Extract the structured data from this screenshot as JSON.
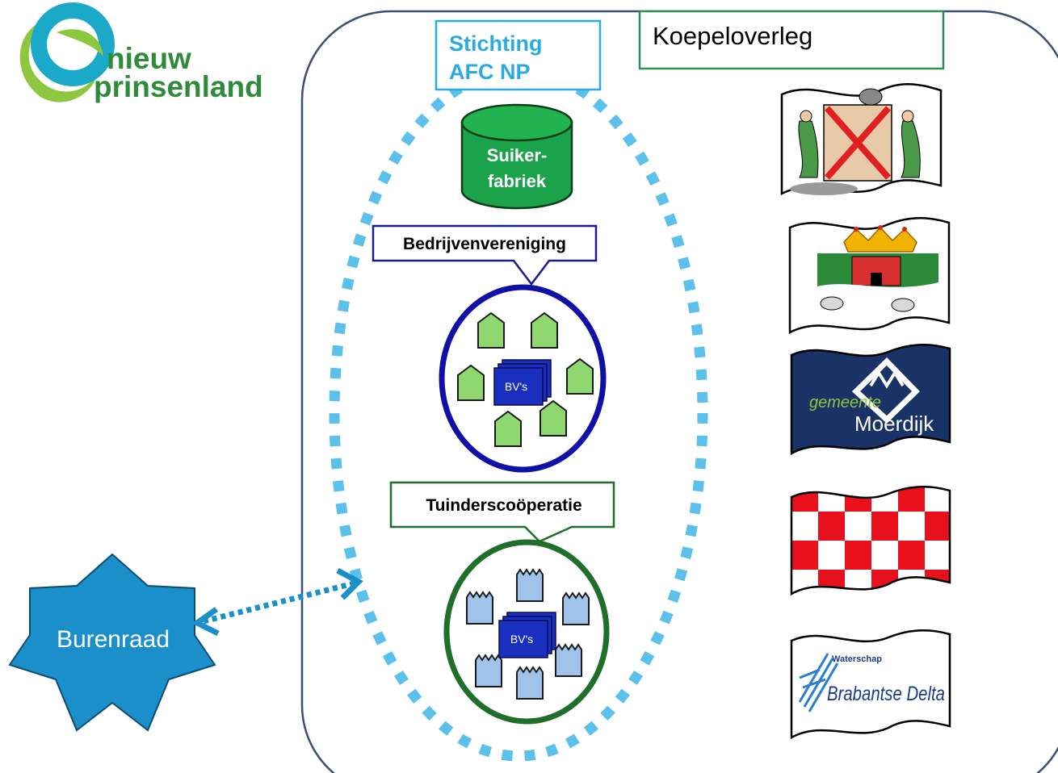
{
  "logo": {
    "line1": "nieuw",
    "line2": "prinsenland"
  },
  "koepel": {
    "title": "Koepeloverleg"
  },
  "stichting": {
    "line1": "Stichting",
    "line2": "AFC NP"
  },
  "suikerfabriek": {
    "line1": "Suiker-",
    "line2": "fabriek"
  },
  "bedrijven": {
    "label": "Bedrijvenvereniging",
    "inner": "BV's"
  },
  "tuinders": {
    "label": "Tuinderscoöperatie",
    "inner": "BV's"
  },
  "burenraad": {
    "label": "Burenraad"
  },
  "flags": {
    "moerdijk_line1": "gemeente",
    "moerdijk_line2": "Moerdijk",
    "delta_line1": "Waterschap",
    "delta_line2": "Brabantse Delta"
  },
  "colors": {
    "logo_green": "#8dc63f",
    "logo_teal": "#1ba9c9",
    "logo_text": "#2e8b3a",
    "koepel_border": "#2d8f52",
    "stichting_border": "#29abe2",
    "stichting_text": "#29abe2",
    "dotted_ellipse": "#5bc0eb",
    "suiker_fill": "#1aa34a",
    "bedrijven_border": "#1a1a8c",
    "bedrijven_circle": "#1010a8",
    "house_fill": "#8fd86f",
    "bv_fill": "#1a2fc0",
    "tuinders_border": "#1f6e2a",
    "greenhouse_fill": "#9fc3ea",
    "burenraad_fill": "#1b8fc9",
    "outer_border": "#3a4f72"
  }
}
